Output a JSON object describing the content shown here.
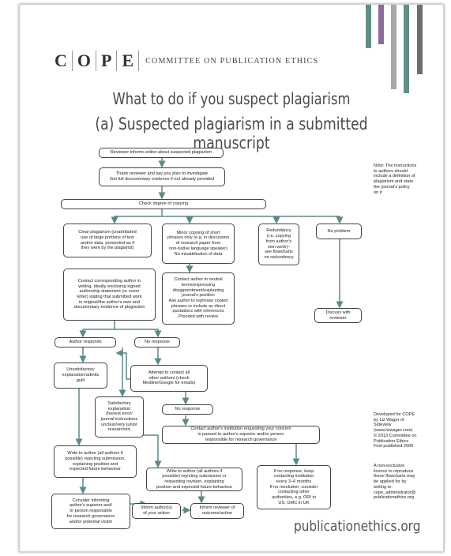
{
  "logo": {
    "letters": [
      "C",
      "O",
      "P",
      "E"
    ],
    "name": "COMMITTEE ON PUBLICATION ETHICS"
  },
  "title": {
    "main": "What to do if you suspect plagiarism",
    "sub": "(a) Suspected plagiarism in a submitted manuscript"
  },
  "boxes": {
    "reviewer_informs": "Reviewer informs editor about suspected plagiarism",
    "thank_reviewer": "Thank reviewer and say you plan to investigate\nGet full documentary evidence if not already provided",
    "check_degree": "Check degree of copying",
    "clear_plagiarism": "Clear plagiarism (unattributed\nuse of large portions of text\nand/or data, presented as if\nthey were by the plagiarist)",
    "minor_copying": "Minor copying of short\nphrases only (e.g. in discussion\nof research paper from\nnon-native language speaker)\nNo misattribution of data",
    "redundancy": "Redundancy\n(i.e. copying\nfrom author's\nown work)–\nsee flowcharts\non redundancy",
    "no_problem": "No problem",
    "contact_corresponding": "Contact corresponding author in\nwriting, ideally enclosing signed\nauthorship statement (or cover\nletter) stating that submitted work\nis original/the author's own and\ndocumentary evidence of plagiarism",
    "contact_neutral": "Contact author in neutral\nterms/expressing\ndisappointment/explaining\njournal's position\nAsk author to rephrase copied\nphrases or include as direct\nquotations with references\nProceed with review",
    "discuss_reviewer": "Discuss with\nreviewer",
    "author_responds": "Author responds",
    "no_response": "No response",
    "unsatisfactory": "Unsatisfactory\nexplanation/admits\nguilt",
    "attempt_contact": "Attempt to contact all\nother authors (check\nMedline/Google for emails)",
    "satisfactory": "Satisfactory\nexplanation\n(honest error/\njournal instructions\nunclear/very junior\nresearcher)",
    "no_response2": "No response",
    "contact_institution": "Contact author's institution requesting your concern\nis passed to author's superior and/or person\nresponsible for research governance",
    "write_reject": "Write to author (all authors if\npossible) rejecting submission,\nexplaining position and\nexpected future behaviour",
    "write_reject_revise": "Write to author (all authors if\npossible) rejecting submission or\nrequesting revision, explaining\nposition and expected future behaviour",
    "keep_contacting": "If no response, keep\ncontacting institution\nevery 3–6 months\nIf no resolution, consider\ncontacting other\nauthorities, e.g. ORI in\nUS, GMC in UK",
    "consider_informing": "Consider informing\nauthor's superior and/\nor person responsible\nfor research governance\nand/or potential victim",
    "inform_author": "Inform author(s)\nof your action",
    "inform_reviewer": "Inform reviewer of\noutcome/action"
  },
  "notes": {
    "instructions": "Note: The instructions\nto authors should\ninclude a definition of\nplagiarism and state\nthe journal's policy\non it",
    "credits": "Developed for COPE\nby Liz Wager of\nSideview\n(www.lizwager.com)\n© 2013 Committee on\nPublication Ethics\nFirst published 2006",
    "licence": "A non-exclusive\nlicence to reproduce\nthese flowcharts may\nbe applied for by\nwriting to:\ncope_administrator@\npublicationethics.org"
  },
  "footer_url": "publicationethics.org",
  "colors": {
    "arrow": "#5a8a8a",
    "bar_teal": "#5f8f86",
    "bar_purple": "#8a6a98",
    "bar_grey": "#a8a8a8",
    "bar_dark": "#6e6e6e"
  }
}
